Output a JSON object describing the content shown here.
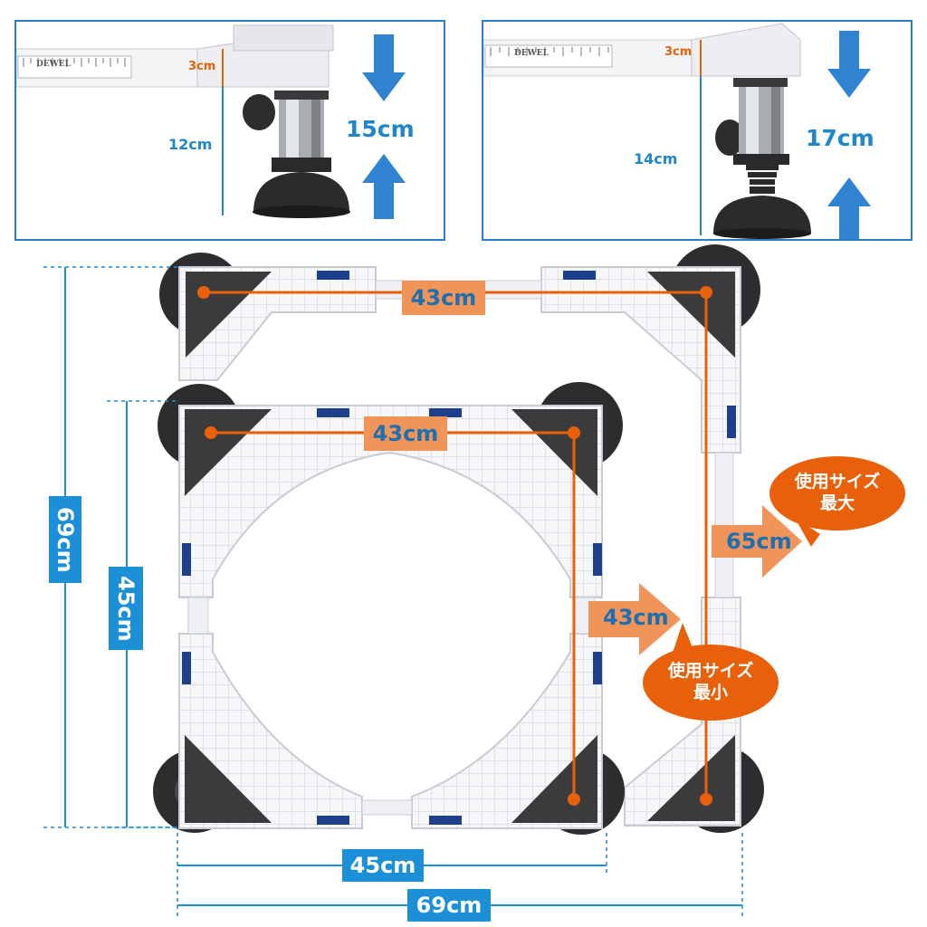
{
  "top_left_panel": {
    "ruler_brand": "DEWEL",
    "frame_height": "3cm",
    "foot_height": "12cm",
    "total_height": "15cm"
  },
  "top_right_panel": {
    "ruler_brand": "DEWEL",
    "frame_height": "3cm",
    "foot_height": "14cm",
    "total_height": "17cm"
  },
  "main": {
    "large_inner_width": "43cm",
    "small_inner_width": "43cm",
    "large_outer_depth": "69cm",
    "small_outer_depth": "45cm",
    "large_expand_label": "65cm",
    "small_expand_label": "43cm",
    "small_outer_width": "45cm",
    "large_outer_width": "69cm",
    "max_size_bubble": {
      "line1": "使用サイズ",
      "line2": "最大"
    },
    "min_size_bubble": {
      "line1": "使用サイズ",
      "line2": "最小"
    }
  },
  "colors": {
    "blue": "#1d8fd6",
    "orange": "#e8600a",
    "light_orange": "#f0945a",
    "frame_white": "#f4f5f7",
    "corner_dark": "#3b3b3d"
  }
}
